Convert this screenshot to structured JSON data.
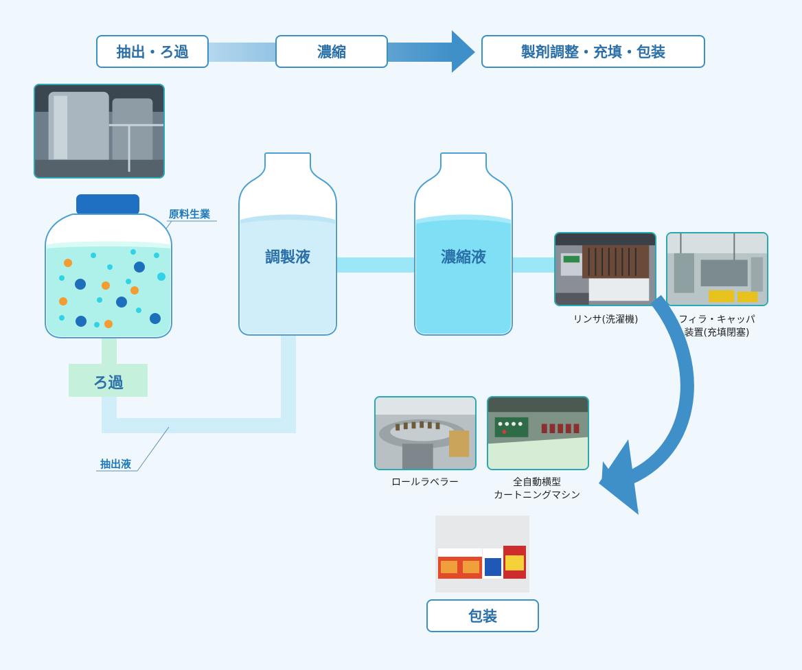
{
  "process_steps": {
    "step1": "抽出・ろ過",
    "step2": "濃縮",
    "step3": "製剤調整・充填・包装"
  },
  "labels": {
    "raw_material": "原料生業",
    "filtration": "ろ過",
    "extract": "抽出液",
    "prepared_liquid": "調製液",
    "concentrate": "濃縮液",
    "packaging": "包装"
  },
  "equipment": {
    "rinser": "リンサ(洗濯機)",
    "filler_line1": "フィラ・キャッパ",
    "filler_line2": "装置(充填閉塞)",
    "roll_labeler": "ロールラベラー",
    "cartoner_line1": "全自動横型",
    "cartoner_line2": "カートニングマシン"
  },
  "colors": {
    "arrow_blue": "#3f8fc8",
    "box_border": "#3a8fc4",
    "photo_border": "#2aa7b5",
    "pipe_light": "#cfeefa",
    "liquid_teal": "#aef0ea"
  }
}
